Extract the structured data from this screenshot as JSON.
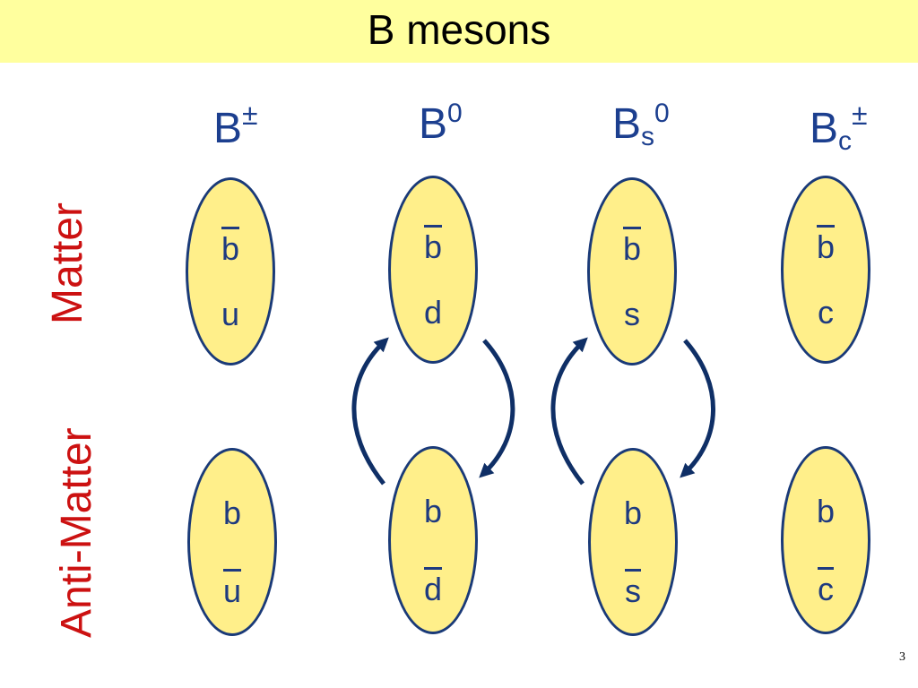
{
  "title": "B mesons",
  "columns": [
    {
      "base": "B",
      "sub": "",
      "sup": "±"
    },
    {
      "base": "B",
      "sub": "",
      "sup": "0"
    },
    {
      "base": "B",
      "sub": "s",
      "sup": "0"
    },
    {
      "base": "B",
      "sub": "c",
      "sup": "±"
    }
  ],
  "rows": {
    "matter": "Matter",
    "antimatter": "Anti-Matter"
  },
  "matter_mesons": [
    {
      "top": "b",
      "bottom": "u"
    },
    {
      "top": "b",
      "bottom": "d"
    },
    {
      "top": "b",
      "bottom": "s"
    },
    {
      "top": "b",
      "bottom": "c"
    }
  ],
  "antimatter_mesons": [
    {
      "top": "b",
      "bottom": "u"
    },
    {
      "top": "b",
      "bottom": "d"
    },
    {
      "top": "b",
      "bottom": "s"
    },
    {
      "top": "b",
      "bottom": "c"
    }
  ],
  "colors": {
    "title_bar": "#ffff9e",
    "meson_fill": "#ffef8a",
    "outline": "#1a3a78",
    "quark_text": "#1e3a80",
    "row_label": "#cc1111",
    "arrow": "#0f2f66"
  },
  "page_number": "3"
}
